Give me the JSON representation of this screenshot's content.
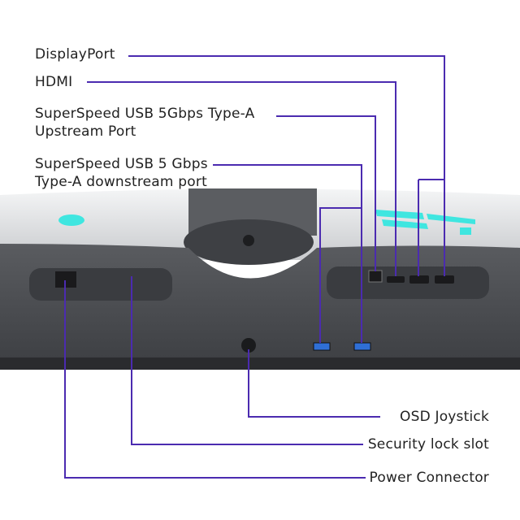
{
  "colors": {
    "leader_line": "#4b2bb0",
    "accent_led": "#3fe6e0",
    "monitor_body": "#4a4c50",
    "port_usb": "#2f6fd6"
  },
  "labels": {
    "displayport": "DisplayPort",
    "hdmi": "HDMI",
    "usb_upstream_line1": "SuperSpeed USB 5Gbps Type-A",
    "usb_upstream_line2": "Upstream Port",
    "usb_downstream_line1": "SuperSpeed USB 5 Gbps",
    "usb_downstream_line2": "Type-A downstream port",
    "osd_joystick": "OSD Joystick",
    "security_lock": "Security lock slot",
    "power_connector": "Power Connector"
  }
}
